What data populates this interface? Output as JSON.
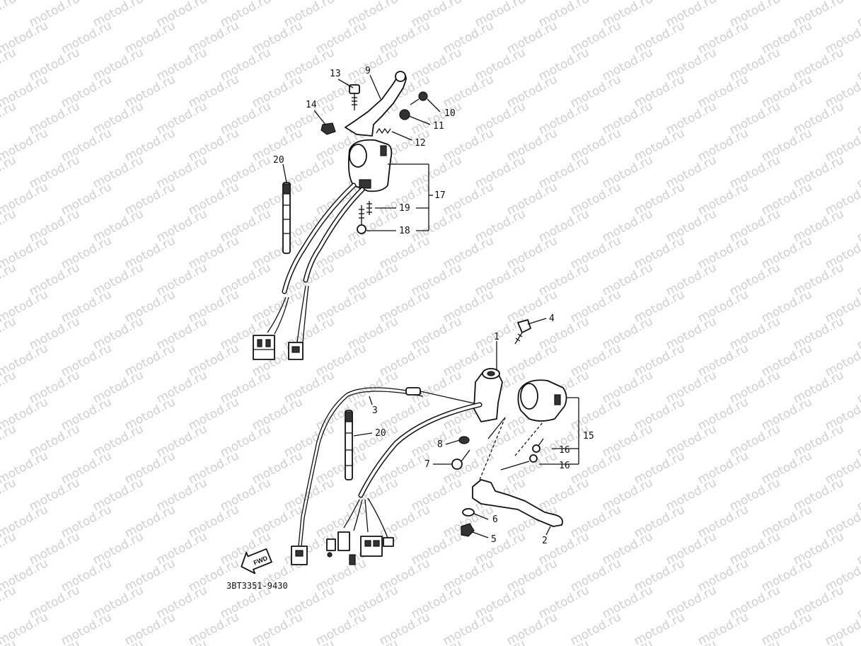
{
  "watermark": {
    "text": "motod.ru"
  },
  "part_code": "3BT3351-9430",
  "fwd_label": "FWD",
  "callouts": {
    "c1": "1",
    "c2": "2",
    "c3": "3",
    "c4": "4",
    "c5": "5",
    "c6": "6",
    "c7": "7",
    "c8": "8",
    "c9": "9",
    "c10": "10",
    "c11": "11",
    "c12": "12",
    "c13": "13",
    "c14": "14",
    "c15": "15",
    "c16a": "16",
    "c16b": "16",
    "c17": "17",
    "c18": "18",
    "c19": "19",
    "c20a": "20",
    "c20b": "20"
  }
}
